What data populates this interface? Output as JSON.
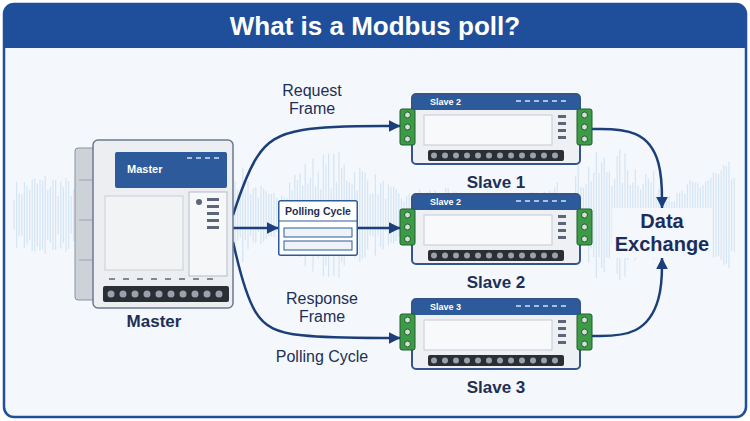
{
  "diagram": {
    "title": "What is a Modbus poll?",
    "nodes": [
      {
        "text": [
          "Master",
          "Master"
        ]
      },
      {
        "text": [
          "Slave 2",
          "Slave 1"
        ]
      },
      {
        "text": [
          "Polling Cycle"
        ]
      },
      {
        "text": [
          "Slave 2",
          "Slave 2"
        ]
      },
      {
        "text": [
          "Slave 3",
          "Slave 3"
        ]
      },
      {
        "text": [
          "Data Exchange"
        ]
      }
    ],
    "edges": [
      {
        "from": 0,
        "to": 1,
        "arrow": "to",
        "label": "Request Frame"
      },
      {
        "from": 0,
        "to": 2,
        "arrow": "to"
      },
      {
        "from": 2,
        "to": 3,
        "arrow": "to"
      },
      {
        "from": 0,
        "to": 4,
        "arrow": "to",
        "label": "Response Frame"
      },
      {
        "from": 1,
        "to": 5,
        "arrow": "to"
      },
      {
        "from": 4,
        "to": 5,
        "arrow": "to"
      }
    ],
    "labels": [
      "Polling Cycle"
    ]
  }
}
